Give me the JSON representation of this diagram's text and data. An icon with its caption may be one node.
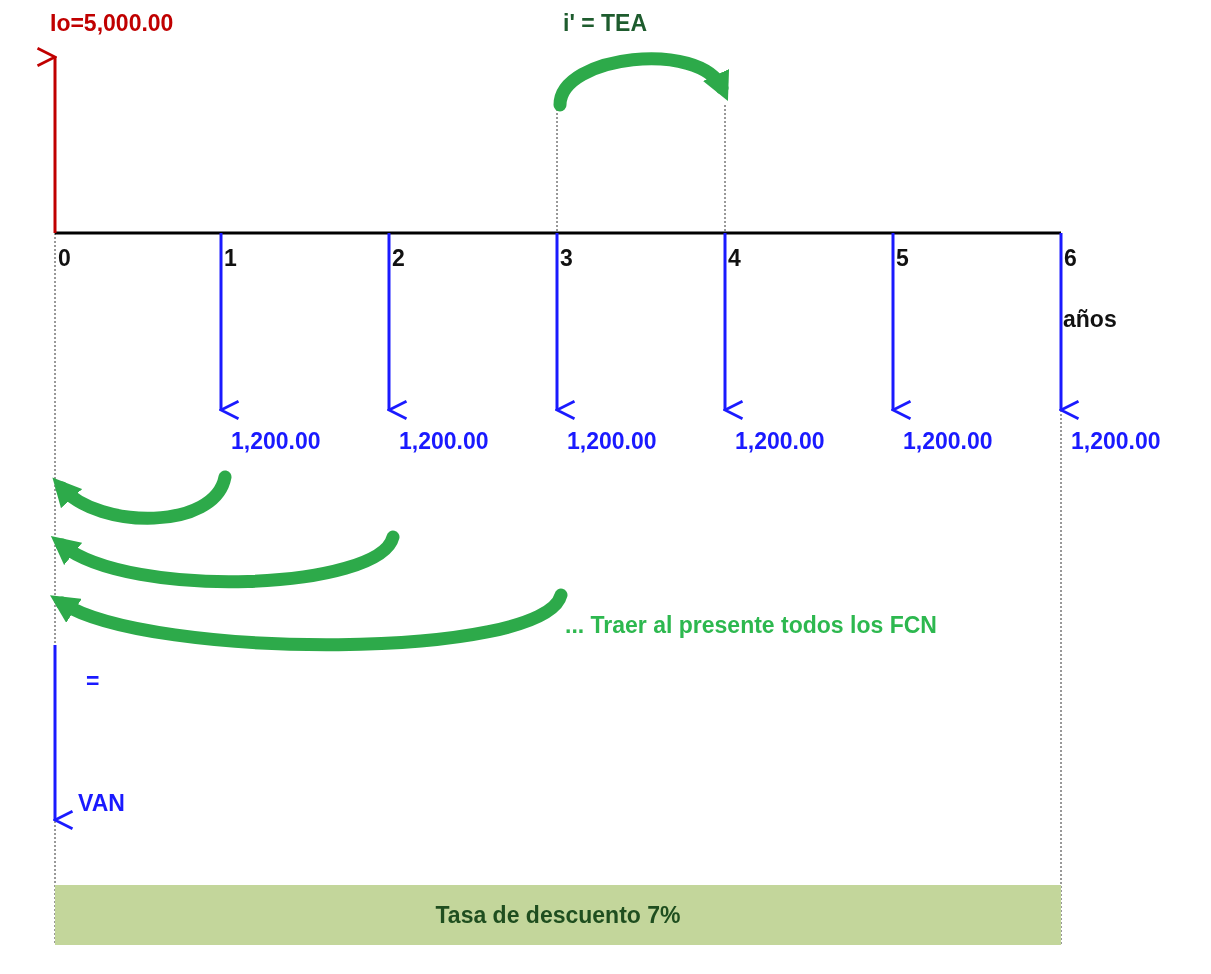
{
  "diagram": {
    "nodes": [
      {
        "text": [
          "Tasa de descuento 7%"
        ]
      }
    ],
    "labels": [
      "Io=5,000.00",
      "i' = TEA",
      "0",
      "1",
      "2",
      "3",
      "4",
      "5",
      "6",
      "años",
      "1,200.00",
      "1,200.00",
      "1,200.00",
      "1,200.00",
      "1,200.00",
      "1,200.00",
      "... Traer al presente todos los FCN",
      "=",
      "VAN"
    ]
  }
}
